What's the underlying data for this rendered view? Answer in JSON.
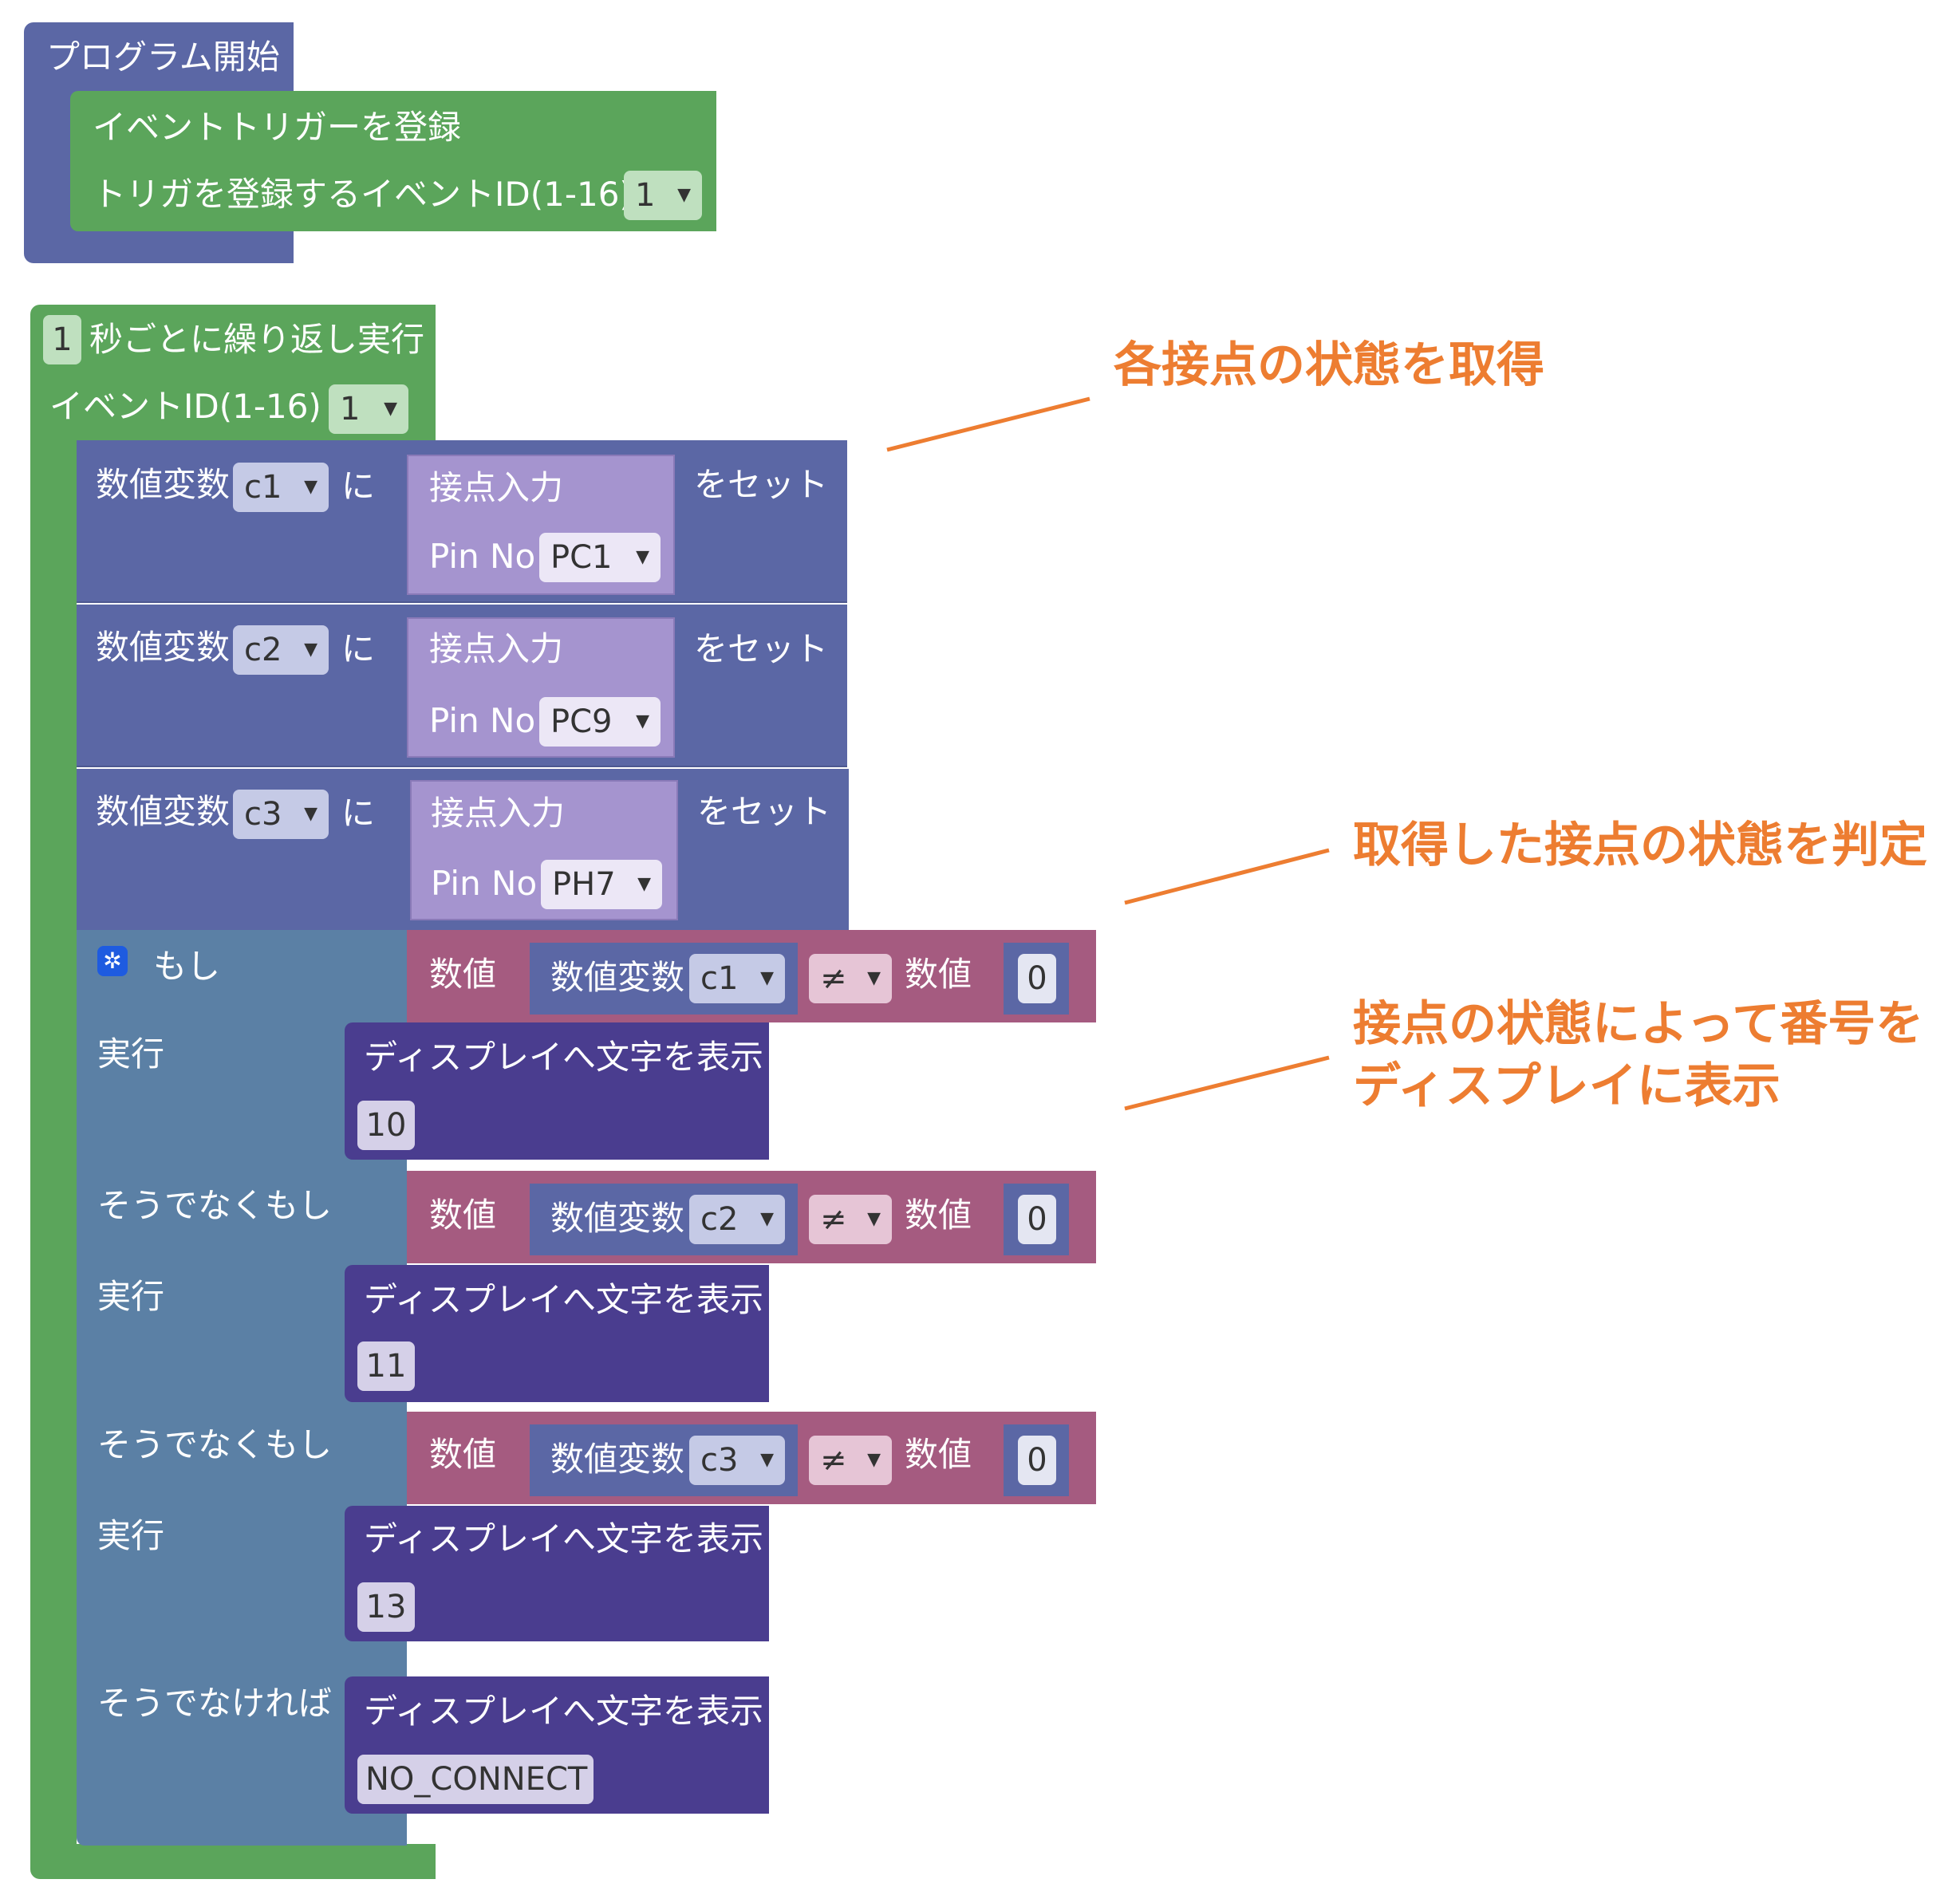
{
  "program_start": {
    "label": "プログラム開始",
    "trigger_block": {
      "title": "イベントトリガーを登録",
      "id_label": "トリガを登録するイベントID(1-16)",
      "id_value": "1"
    }
  },
  "loop": {
    "interval_value": "1",
    "label": "秒ごとに繰り返し実行",
    "event_label": "イベントID(1-16)",
    "event_value": "1",
    "sets": [
      {
        "var_label": "数値変数",
        "var": "c1",
        "ni": "に",
        "input_label": "接点入力",
        "pin_label": "Pin No",
        "pin": "PC1",
        "set_label": "をセット"
      },
      {
        "var_label": "数値変数",
        "var": "c2",
        "ni": "に",
        "input_label": "接点入力",
        "pin_label": "Pin No",
        "pin": "PC9",
        "set_label": "をセット"
      },
      {
        "var_label": "数値変数",
        "var": "c3",
        "ni": "に",
        "input_label": "接点入力",
        "pin_label": "Pin No",
        "pin": "PH7",
        "set_label": "をセット"
      }
    ],
    "if_block": {
      "if_label": "もし",
      "elseif_label": "そうでなくもし",
      "do_label": "実行",
      "else_label": "そうでなければ",
      "conditions": [
        {
          "num_label": "数値",
          "var_label": "数値変数",
          "var": "c1",
          "op": "≠",
          "num2_label": "数値",
          "value": "0",
          "display_label": "ディスプレイへ文字を表示",
          "text": "10"
        },
        {
          "num_label": "数値",
          "var_label": "数値変数",
          "var": "c2",
          "op": "≠",
          "num2_label": "数値",
          "value": "0",
          "display_label": "ディスプレイへ文字を表示",
          "text": "11"
        },
        {
          "num_label": "数値",
          "var_label": "数値変数",
          "var": "c3",
          "op": "≠",
          "num2_label": "数値",
          "value": "0",
          "display_label": "ディスプレイへ文字を表示",
          "text": "13"
        }
      ],
      "else_display_label": "ディスプレイへ文字を表示",
      "else_text": "NO_CONNECT"
    }
  },
  "annotations": {
    "get_state": "各接点の状態を取得",
    "judge_state": "取得した接点の状態を判定",
    "display_line1": "接点の状態によって番号を",
    "display_line2": "ディスプレイに表示"
  },
  "colors": {
    "annotation": "#ed7d31",
    "program_block": "#5b67a5",
    "green_block": "#5ba55b",
    "if_block": "#5b80a5",
    "compare_block": "#a55b80",
    "display_block": "#4a3d8f",
    "input_block": "#a594cf"
  },
  "icons": {
    "gear": "gear-icon",
    "dropdown": "dropdown-arrow-icon"
  }
}
